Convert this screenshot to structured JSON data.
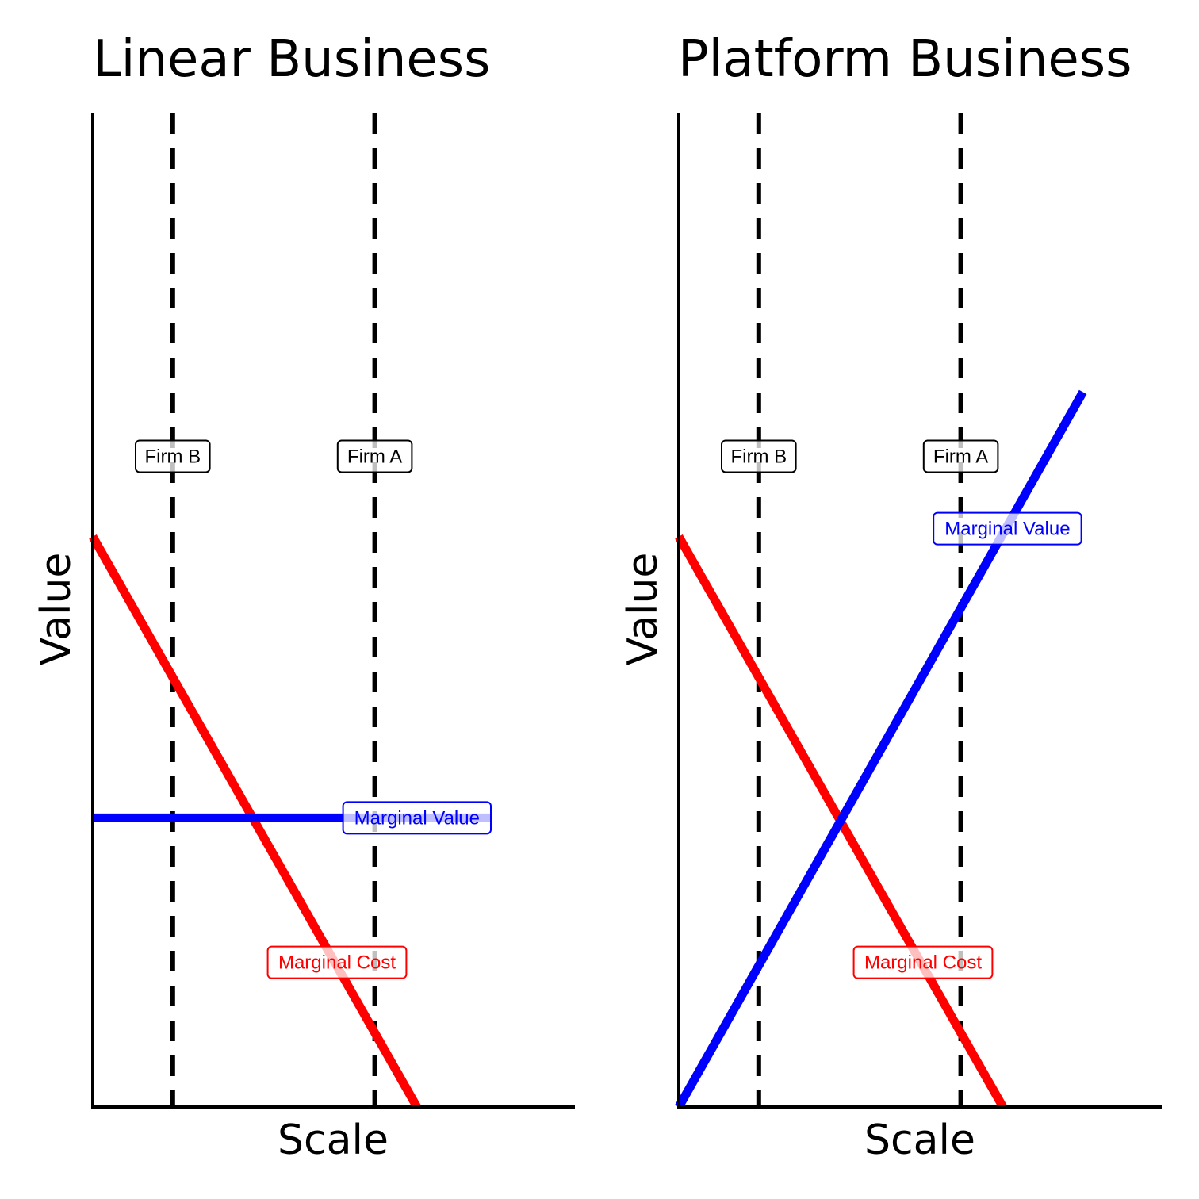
{
  "chart_data": [
    {
      "type": "line",
      "title": "Linear Business",
      "xlabel": "Scale",
      "ylabel": "Value",
      "xlim": [
        0,
        10
      ],
      "ylim": [
        0,
        10
      ],
      "ticks_shown": false,
      "grid": false,
      "legend": "none",
      "series": [
        {
          "name": "Marginal Cost",
          "color": "#ff0000",
          "x": [
            0,
            7.3
          ],
          "y": [
            7.1,
            0
          ],
          "label_at": [
            5.5,
            1.8
          ]
        },
        {
          "name": "Marginal Value",
          "color": "#0000ff",
          "x": [
            0,
            9
          ],
          "y": [
            3.6,
            3.6
          ],
          "label_at": [
            7.3,
            3.6
          ]
        }
      ],
      "vlines": [
        {
          "name": "Firm B",
          "x": 1.8,
          "label_y": 8.1
        },
        {
          "name": "Firm A",
          "x": 6.35,
          "label_y": 8.1
        }
      ]
    },
    {
      "type": "line",
      "title": "Platform Business",
      "xlabel": "Scale",
      "ylabel": "Value",
      "xlim": [
        0,
        10
      ],
      "ylim": [
        0,
        10
      ],
      "ticks_shown": false,
      "grid": false,
      "legend": "none",
      "series": [
        {
          "name": "Marginal Cost",
          "color": "#ff0000",
          "x": [
            0,
            7.3
          ],
          "y": [
            7.1,
            0
          ],
          "label_at": [
            5.5,
            1.8
          ]
        },
        {
          "name": "Marginal Value",
          "color": "#0000ff",
          "x": [
            0,
            9.1
          ],
          "y": [
            0,
            8.9
          ],
          "label_at": [
            7.4,
            7.2
          ]
        }
      ],
      "vlines": [
        {
          "name": "Firm B",
          "x": 1.8,
          "label_y": 8.1
        },
        {
          "name": "Firm A",
          "x": 6.35,
          "label_y": 8.1
        }
      ]
    }
  ]
}
